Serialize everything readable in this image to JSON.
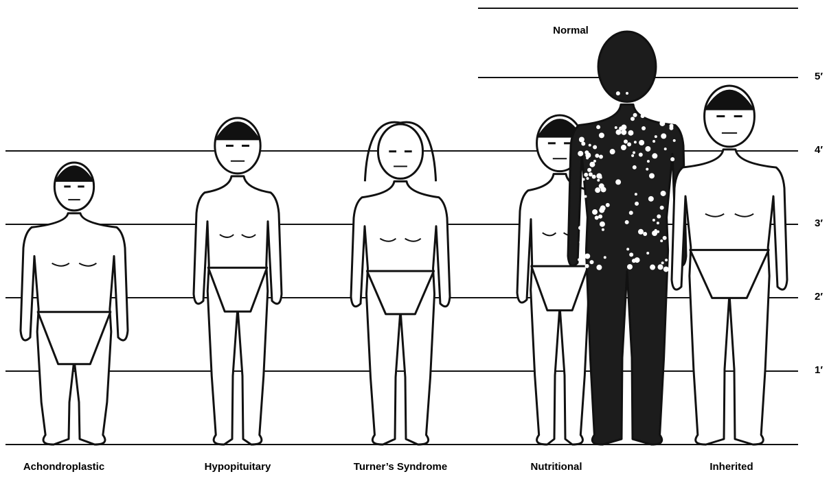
{
  "scale": {
    "unit": "feet",
    "ticks": [
      {
        "feet": 1,
        "label": "1′"
      },
      {
        "feet": 2,
        "label": "2′"
      },
      {
        "feet": 3,
        "label": "3′"
      },
      {
        "feet": 4,
        "label": "4′"
      },
      {
        "feet": 5,
        "label": "5′"
      }
    ]
  },
  "figures": [
    {
      "id": "achondroplastic",
      "label": "Achondroplastic",
      "silhouette": false
    },
    {
      "id": "hypopituitary",
      "label": "Hypopituitary",
      "silhouette": false
    },
    {
      "id": "turners",
      "label": "Turner’s Syndrome",
      "silhouette": false
    },
    {
      "id": "nutritional",
      "label": "Nutritional",
      "silhouette": false
    },
    {
      "id": "normal",
      "label": "Normal",
      "silhouette": true
    },
    {
      "id": "inherited",
      "label": "Inherited",
      "silhouette": false
    }
  ],
  "colors": {
    "ink": "#111111",
    "silhouette": "#1c1c1c",
    "paper": "#ffffff"
  }
}
